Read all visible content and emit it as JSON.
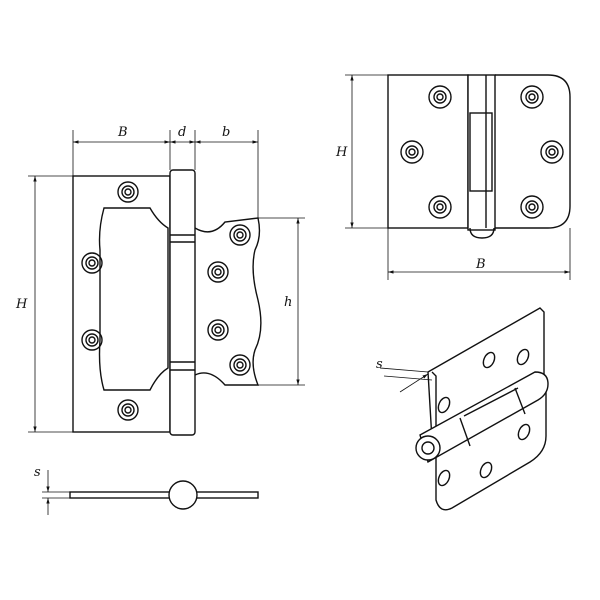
{
  "labels": {
    "front_width": "B",
    "front_knuckle": "d",
    "front_leaf": "b",
    "front_height": "H",
    "front_leaf_height": "h",
    "side_thickness": "s",
    "top_height": "H",
    "top_width": "B",
    "iso_thickness": "s"
  }
}
